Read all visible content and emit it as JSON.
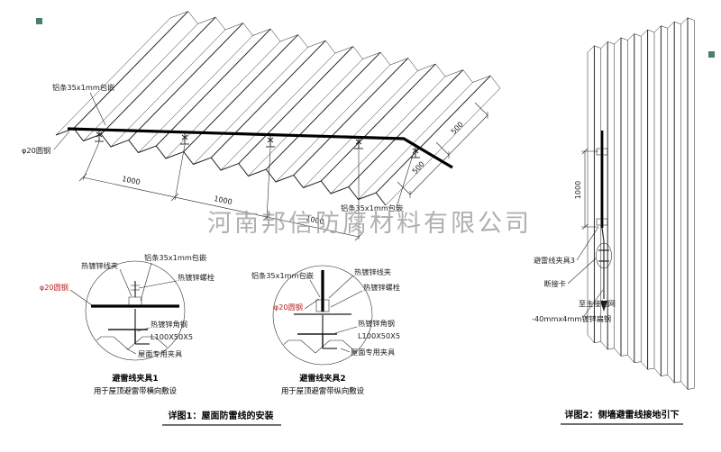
{
  "watermark": "河南邦信防腐材料有限公司",
  "detail1": {
    "caption": "详图1：屋面防雷线的安装",
    "labels": {
      "alu_strip_top": "铝条35x1mm包嵌",
      "round_steel": "φ20圆钢",
      "alu_strip_right": "铝条35x1mm包嵌"
    },
    "dims": {
      "seg1": "1000",
      "seg2": "1000",
      "seg3": "1000",
      "off1": "500",
      "off2": "500"
    }
  },
  "clamp1": {
    "title": "避雷线夹具1",
    "subtitle": "用于屋顶避雷带横向敷设",
    "labels": {
      "wire_clip": "热镀锌线夹",
      "alu_strip": "铝条35x1mm包嵌",
      "bolt": "热镀锌螺栓",
      "round_steel": "φ20圆钢",
      "angle_steel": "热镀锌角钢",
      "angle_spec": "L100X50X5",
      "roof_fixture": "屋面专用夹具"
    }
  },
  "clamp2": {
    "title": "避雷线夹具2",
    "subtitle": "用于屋顶避雷带纵向敷设",
    "labels": {
      "wire_clip": "热镀锌线夹",
      "alu_strip": "铝条35x1mm包嵌",
      "bolt": "热镀锌螺栓",
      "round_steel": "φ20圆钢",
      "angle_steel": "热镀锌角钢",
      "angle_spec": "L100X50X5",
      "roof_fixture": "屋面专用夹具"
    }
  },
  "detail2": {
    "caption": "详图2：侧墙避雷线接地引下",
    "dim": "1000",
    "labels": {
      "clamp3": "避雷线夹具3",
      "disconnect_card": "断接卡",
      "to_main_ground": "至主接地网",
      "flat_steel": "-40mmx4mm镀锌扁钢"
    }
  },
  "colors": {
    "ink": "#1c1c1c",
    "red": "#b22222",
    "watermark": "#a3a3a3",
    "grip": "#4d7d6e"
  }
}
